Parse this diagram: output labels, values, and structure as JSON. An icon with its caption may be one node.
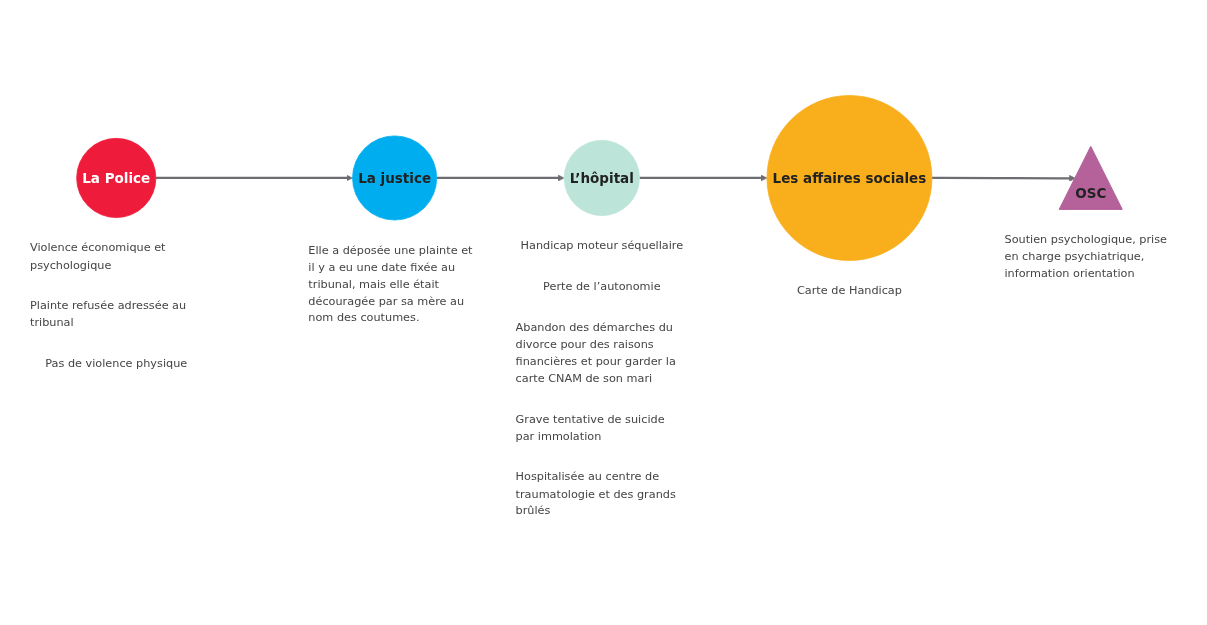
{
  "diagram": {
    "nodes": [
      {
        "text": [
          "La Police"
        ],
        "beside": [
          "Violence économique et psychologique",
          "Plainte refusée adressée au tribunal",
          "Pas de violence physique"
        ]
      },
      {
        "text": [
          "Les affaires sociales"
        ],
        "beside": [
          "Carte de Handicap"
        ]
      },
      {
        "text": [
          "OSC"
        ],
        "beside": [
          "Soutien psychologique, prise en charge psychiatrique, information orientation"
        ]
      },
      {
        "text": [
          "La justice"
        ],
        "beside": [
          "Elle a déposée une plainte et il y a eu une date fixée au tribunal, mais elle était découragée par sa mère au nom des coutumes."
        ]
      },
      {
        "text": [
          "L’hôpital"
        ],
        "beside": [
          "Handicap moteur séquellaire",
          "Perte de l’autonomie",
          "Abandon des démarches du divorce pour des raisons financières et pour garder la carte CNAM de son mari",
          "Grave tentative de suicide par immolation",
          "Hospitalisée au centre de traumatologie et des grands brûlés"
        ]
      }
    ],
    "edges": [
      {
        "from": 0,
        "to": 3,
        "arrow": "to"
      },
      {
        "from": 3,
        "to": 4,
        "arrow": "to"
      },
      {
        "from": 4,
        "to": 1,
        "arrow": "to"
      },
      {
        "from": 1,
        "to": 2,
        "arrow": "to"
      }
    ]
  }
}
